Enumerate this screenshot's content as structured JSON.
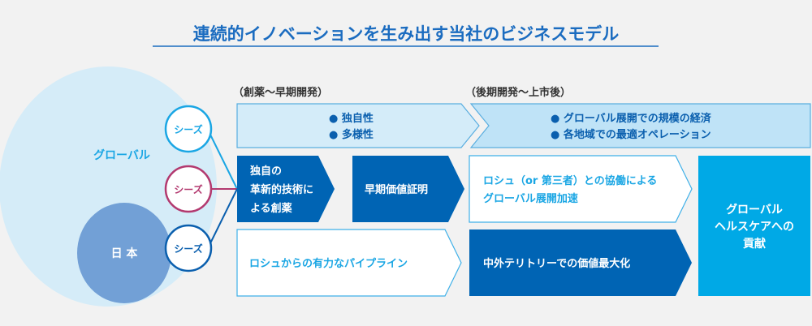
{
  "title": "連続的イノベーションを生み出す当社のビジネスモデル",
  "colors": {
    "title": "#1b6cc0",
    "dark": "#0064b4",
    "bright": "#00a9e6",
    "band1": "#d4ecf9",
    "band2": "#bfe3f7",
    "global_circle": "#d5ecf8",
    "japan_circle": "#72a0d6",
    "seed1": "#1aa6e4",
    "seed2": "#b3396f",
    "seed3": "#0a5fae"
  },
  "left": {
    "global_label": "グローバル",
    "japan_label": "日 本",
    "seeds": [
      "シーズ",
      "シーズ",
      "シーズ"
    ]
  },
  "phases": [
    {
      "label": "（創薬～早期開発）",
      "bullets": [
        "● 独自性",
        "● 多様性"
      ]
    },
    {
      "label": "（後期開発～上市後）",
      "bullets": [
        "● グローバル展開での規模の経済",
        "● 各地域での最適オペレーション"
      ]
    }
  ],
  "boxes": {
    "innovation": [
      "独自の",
      "革新的技術に",
      "よる創薬"
    ],
    "early_poc": "早期価値証明",
    "roche_collab": [
      "ロシュ（or 第三者）との協働による",
      "グローバル展開加速"
    ],
    "roche_pipeline": "ロシュからの有力なパイプライン",
    "territory": "中外テリトリーでの価値最大化",
    "contribution": [
      "グローバル",
      "ヘルスケアへの",
      "貢献"
    ]
  }
}
